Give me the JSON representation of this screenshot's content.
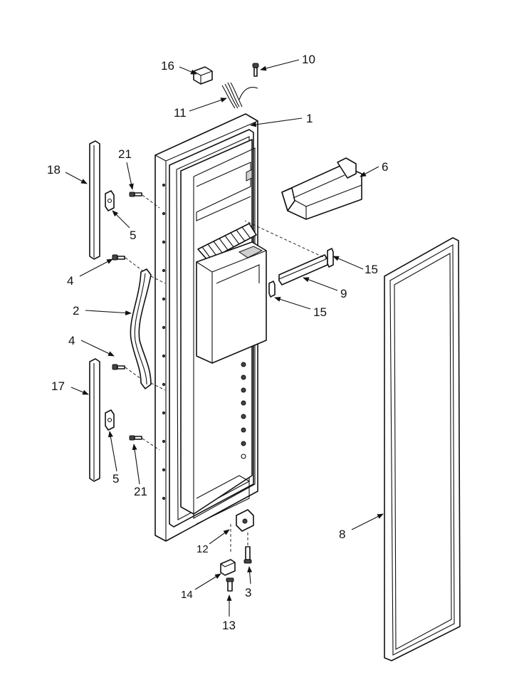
{
  "callouts": {
    "p1": "1",
    "p2": "2",
    "p3": "3",
    "p4a": "4",
    "p4b": "4",
    "p5a": "5",
    "p5b": "5",
    "p6": "6",
    "p8": "8",
    "p9": "9",
    "p10": "10",
    "p11": "11",
    "p12": "12",
    "p13": "13",
    "p14": "14",
    "p15a": "15",
    "p15b": "15",
    "p16": "16",
    "p17": "17",
    "p18": "18",
    "p21a": "21",
    "p21b": "21"
  }
}
